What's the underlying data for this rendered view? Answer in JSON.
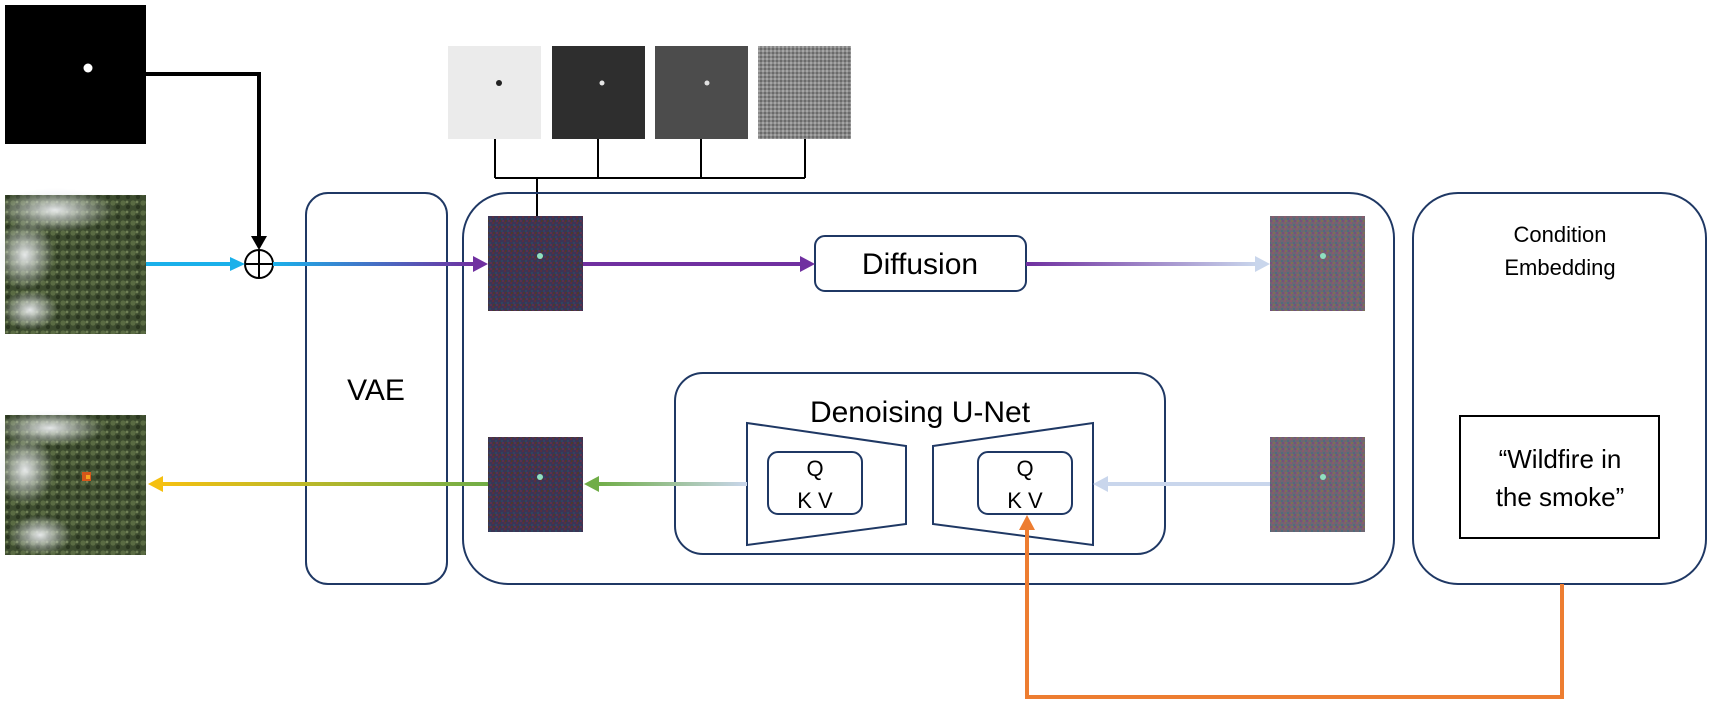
{
  "labels": {
    "vae": "VAE",
    "diffusion": "Diffusion",
    "unet": "Denoising U-Net",
    "q": "Q",
    "kv": "K V",
    "condition_line1": "Condition",
    "condition_line2": "Embedding",
    "prompt_line1": "“Wildfire in",
    "prompt_line2": "the smoke”"
  },
  "colors": {
    "frame": "#1f3864",
    "input_arrow": "#1ab0ea",
    "latent_arrow": "#7030a0",
    "denoise_arrow": "#70ad47",
    "output_arrow": "#f5c010",
    "condition_arrow": "#ed7d31",
    "fade": "#c9d6ec"
  },
  "icons": {
    "mask": "mask-image-icon",
    "input_image": "forest-smoke-input-icon",
    "output_image": "forest-fire-output-icon",
    "latent": "noisy-latent-icon",
    "adder": "plus-circle-icon"
  }
}
